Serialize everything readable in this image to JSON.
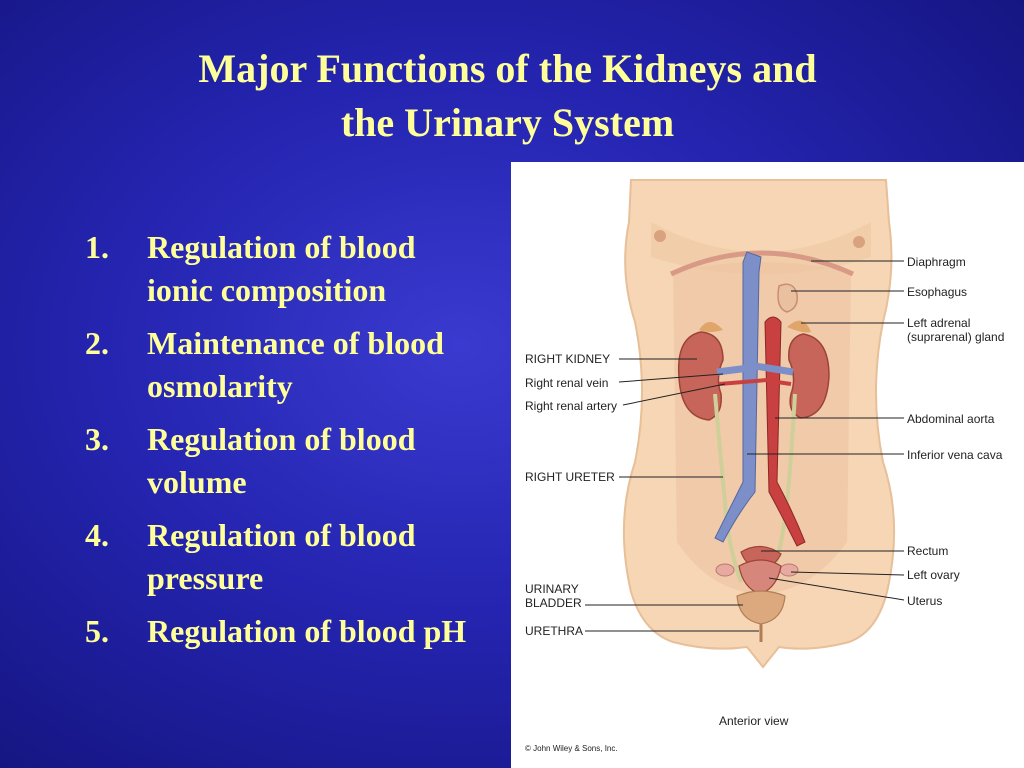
{
  "slide": {
    "title_line1": "Major Functions of the Kidneys and",
    "title_line2": "the Urinary System",
    "functions": [
      {
        "num": "1.",
        "text": "Regulation of blood ionic composition"
      },
      {
        "num": "2.",
        "text": "Maintenance of blood osmolarity"
      },
      {
        "num": "3.",
        "text": "Regulation of blood volume"
      },
      {
        "num": "4.",
        "text": "Regulation of blood pressure"
      },
      {
        "num": "5.",
        "text": "Regulation of blood pH"
      }
    ]
  },
  "figure": {
    "labels": {
      "diaphragm": "Diaphragm",
      "esophagus": "Esophagus",
      "left_adrenal": "Left adrenal\n(suprarenal) gland",
      "right_kidney": "RIGHT KIDNEY",
      "right_renal_vein": "Right renal vein",
      "right_renal_artery": "Right renal artery",
      "abdominal_aorta": "Abdominal aorta",
      "inferior_vena_cava": "Inferior vena cava",
      "right_ureter": "RIGHT URETER",
      "rectum": "Rectum",
      "left_ovary": "Left ovary",
      "uterus": "Uterus",
      "urinary_bladder": "URINARY\nBLADDER",
      "urethra": "URETHRA"
    },
    "caption": "Anterior view",
    "copyright": "© John Wiley & Sons, Inc."
  },
  "colors": {
    "background": "#2424b0",
    "text": "#ffff99",
    "skin": "#f6d6b4",
    "kidney": "#c8655a",
    "vein": "#7c8fc8",
    "artery": "#c84040"
  }
}
